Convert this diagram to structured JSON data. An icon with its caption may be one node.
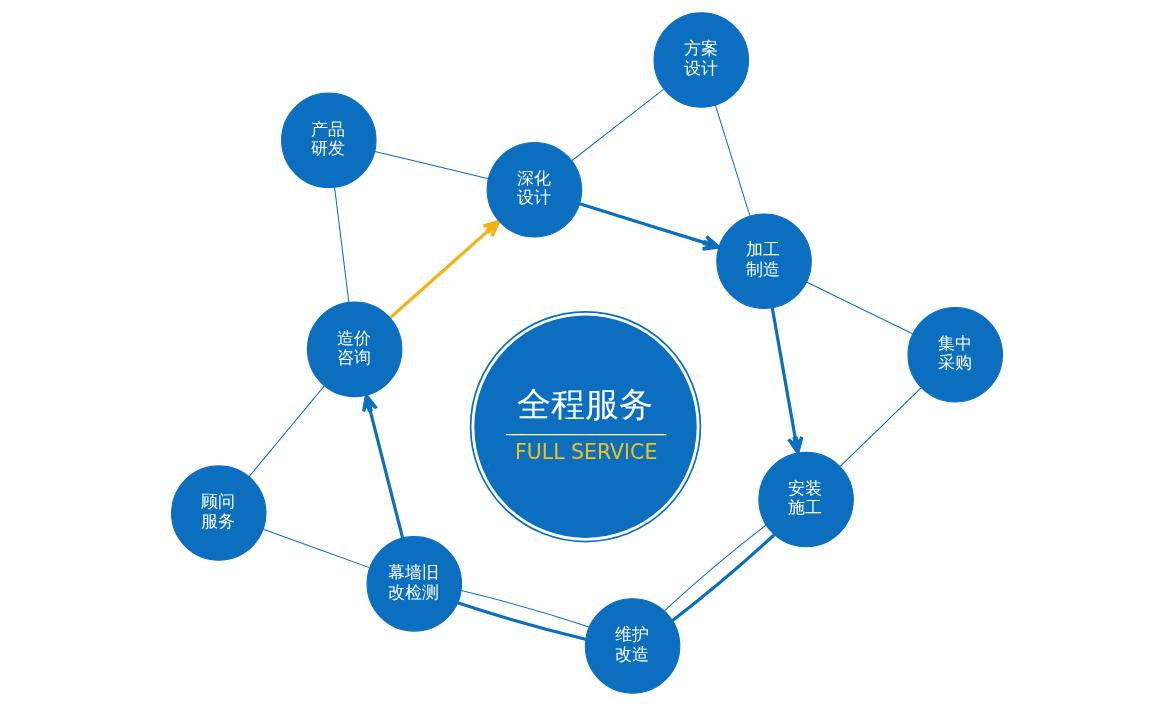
{
  "diagram": {
    "nodes": [
      {
        "text": [
          "产品研发"
        ]
      },
      {
        "text": [
          "方案设计"
        ]
      },
      {
        "text": [
          "深化设计"
        ]
      },
      {
        "text": [
          "造价咨询"
        ]
      },
      {
        "text": [
          "全程服务",
          "FULL SERVICE"
        ]
      },
      {
        "text": [
          "加工制造"
        ]
      },
      {
        "text": [
          "顾问服务"
        ]
      },
      {
        "text": [
          "幕墙旧改检测"
        ]
      },
      {
        "text": [
          "安装施工"
        ]
      },
      {
        "text": [
          "集中采购"
        ]
      },
      {
        "text": [
          "维护改造"
        ]
      }
    ],
    "edges": [
      {
        "from": 3,
        "to": 2,
        "arrow": "to",
        "style": "thick",
        "color": "#f5b212"
      },
      {
        "from": 2,
        "to": 5,
        "arrow": "to",
        "style": "thick"
      },
      {
        "from": 5,
        "to": 8,
        "arrow": "to",
        "style": "thick"
      },
      {
        "from": 8,
        "to": 10,
        "arrow": "none",
        "style": "thick"
      },
      {
        "from": 10,
        "to": 7,
        "arrow": "none",
        "style": "thick"
      },
      {
        "from": 7,
        "to": 3,
        "arrow": "to",
        "style": "thick"
      },
      {
        "from": 0,
        "to": 2,
        "arrow": "none"
      },
      {
        "from": 0,
        "to": 3,
        "arrow": "none"
      },
      {
        "from": 1,
        "to": 2,
        "arrow": "none"
      },
      {
        "from": 1,
        "to": 5,
        "arrow": "none"
      },
      {
        "from": 5,
        "to": 9,
        "arrow": "none"
      },
      {
        "from": 9,
        "to": 8,
        "arrow": "none"
      },
      {
        "from": 8,
        "to": 10,
        "arrow": "none"
      },
      {
        "from": 10,
        "to": 7,
        "arrow": "none"
      },
      {
        "from": 7,
        "to": 6,
        "arrow": "none"
      },
      {
        "from": 6,
        "to": 3,
        "arrow": "none"
      }
    ]
  }
}
